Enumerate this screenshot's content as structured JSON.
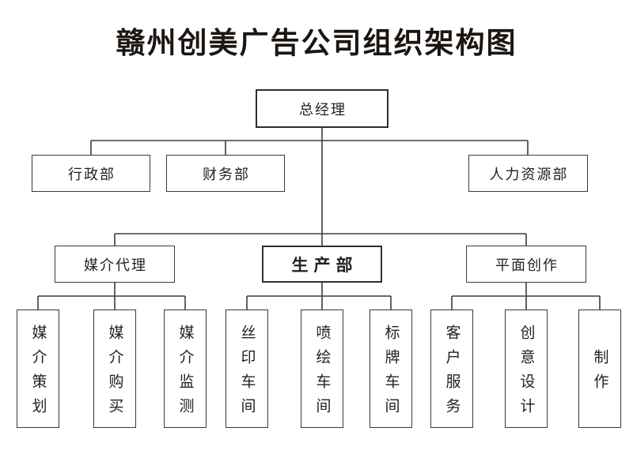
{
  "title": "赣州创美广告公司组织架构图",
  "colors": {
    "background": "#ffffff",
    "line": "#3d3d3d",
    "border": "#3a3a3a",
    "text": "#222222",
    "title_text": "#1c1512"
  },
  "org": {
    "root": {
      "label": "总经理"
    },
    "level2": [
      {
        "label": "行政部"
      },
      {
        "label": "财务部"
      },
      {
        "label": "人力资源部"
      }
    ],
    "level3": [
      {
        "label": "媒介代理",
        "children": [
          {
            "label": "媒介策划"
          },
          {
            "label": "媒介购买"
          },
          {
            "label": "媒介监测"
          }
        ]
      },
      {
        "label": "生产部",
        "children": [
          {
            "label": "丝印车间"
          },
          {
            "label": "喷绘车间"
          },
          {
            "label": "标牌车间"
          }
        ]
      },
      {
        "label": "平面创作",
        "children": [
          {
            "label": "客户服务"
          },
          {
            "label": "创意设计"
          },
          {
            "label": "制作"
          }
        ]
      }
    ]
  }
}
